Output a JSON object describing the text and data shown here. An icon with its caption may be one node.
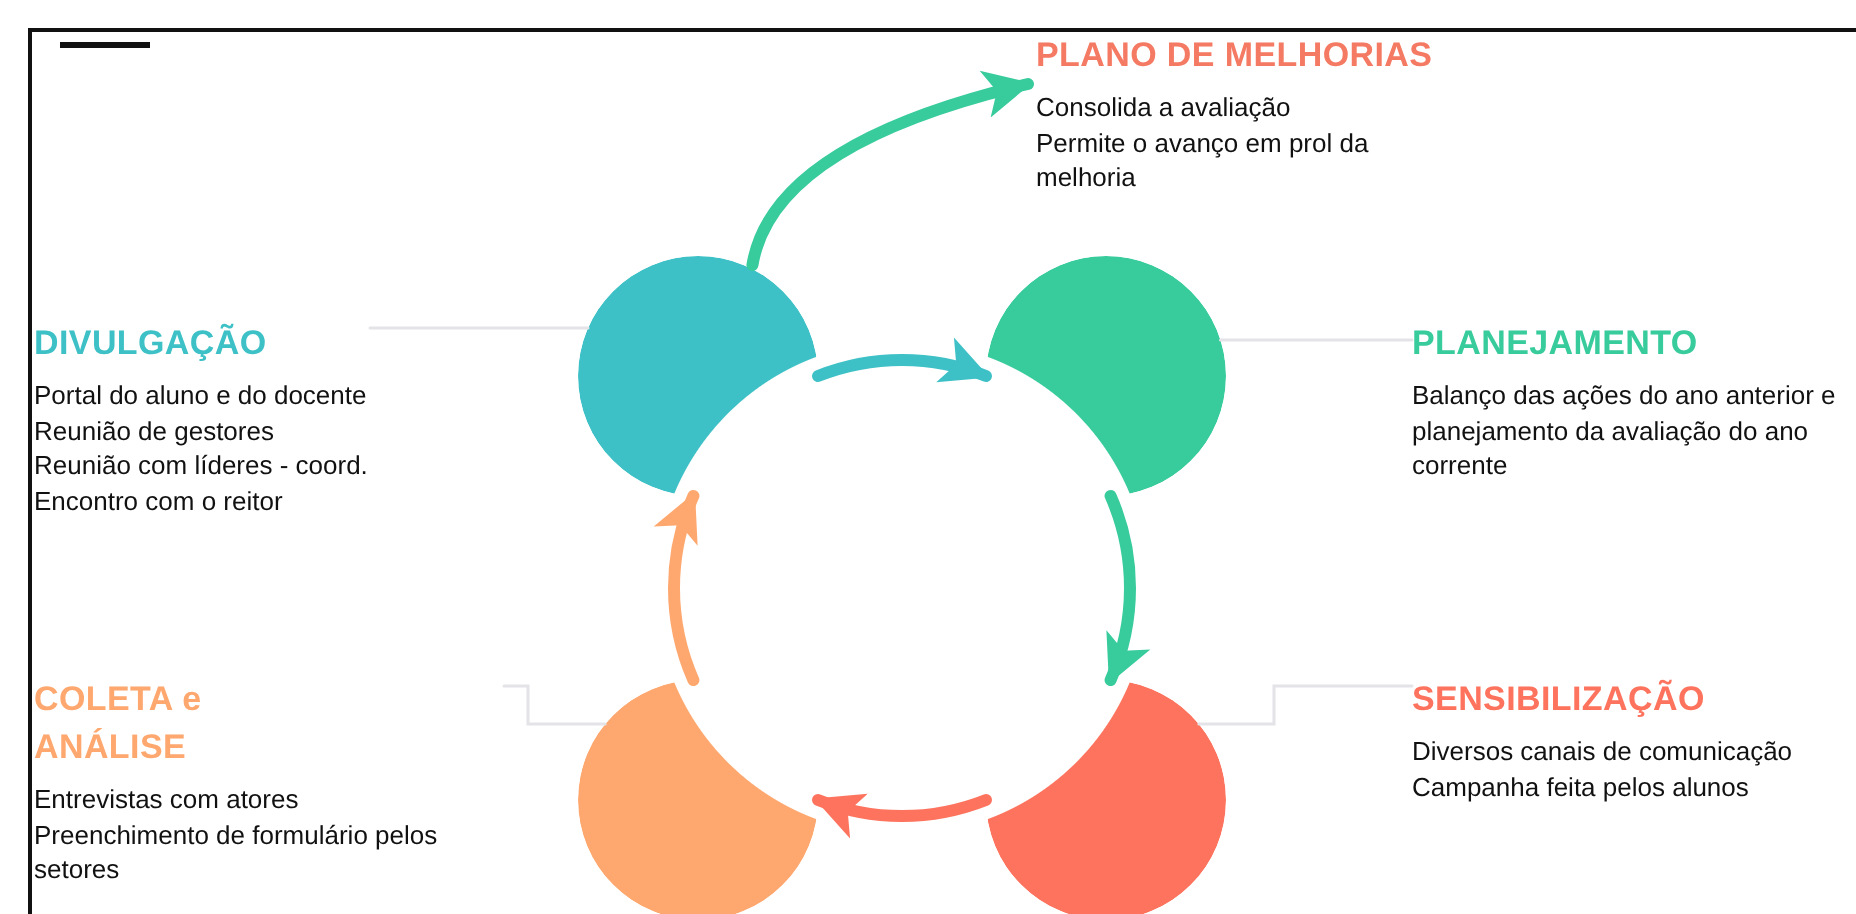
{
  "diagram": {
    "nodes": [
      {
        "text": [
          "PLANO DE MELHORIAS",
          "Consolida a avaliação",
          "Permite o avanço em prol da melhoria"
        ]
      },
      {
        "text": [
          "DIVULGAÇÃO",
          "Portal do aluno e do docente",
          "Reunião de gestores",
          "Reunião com líderes - coord.",
          "Encontro com o reitor"
        ]
      },
      {
        "text": [
          "PLANEJAMENTO",
          "Balanço das ações do ano anterior e planejamento da avaliação do ano corrente"
        ]
      },
      {
        "text": [
          "COLETA e ANÁLISE",
          "Entrevistas com atores",
          "Preenchimento de formulário pelos setores"
        ]
      },
      {
        "text": [
          "SENSIBILIZAÇÃO",
          "Diversos canais de comunicação",
          "Campanha feita pelos alunos"
        ]
      },
      {
        "text": [],
        "shape": "circle"
      },
      {
        "text": [],
        "shape": "circle"
      },
      {
        "text": [],
        "shape": "circle"
      },
      {
        "text": [],
        "shape": "circle"
      }
    ],
    "edges": [
      {
        "from": 1,
        "to": 5,
        "arrow": "none",
        "color": "#e3e3e8"
      },
      {
        "from": 2,
        "to": 6,
        "arrow": "none",
        "color": "#e3e3e8"
      },
      {
        "from": 3,
        "to": 7,
        "arrow": "none",
        "color": "#e3e3e8"
      },
      {
        "from": 4,
        "to": 8,
        "arrow": "none",
        "color": "#e3e3e8"
      },
      {
        "from": 5,
        "to": 6,
        "arrow": "to",
        "color": "#3ec1c6"
      },
      {
        "from": 6,
        "to": 8,
        "arrow": "to",
        "color": "#38cb9c"
      },
      {
        "from": 8,
        "to": 7,
        "arrow": "to",
        "color": "#fe735d"
      },
      {
        "from": 7,
        "to": 5,
        "arrow": "to",
        "color": "#fea86f"
      },
      {
        "from": 5,
        "to": 0,
        "arrow": "to",
        "color": "#38cb9c"
      }
    ]
  }
}
